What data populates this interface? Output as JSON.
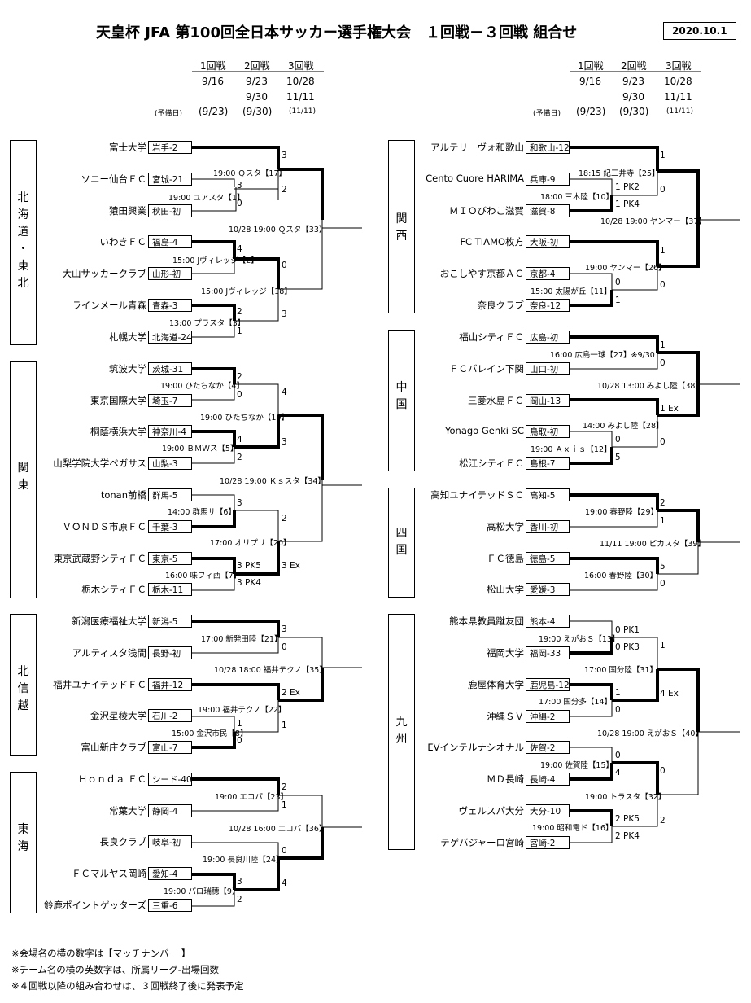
{
  "header": {
    "title": "天皇杯 JFA 第100回全日本サッカー選手権大会　１回戦－３回戦 組合せ",
    "date": "2020.10.1"
  },
  "schedule_left": {
    "rounds": [
      "1回戦",
      "2回戦",
      "3回戦"
    ],
    "row1": [
      "9/16",
      "9/23",
      "10/28"
    ],
    "row2": [
      "",
      "9/30",
      "11/11"
    ],
    "yobi_label": "(予備日)",
    "yobi": [
      "(9/23)",
      "(9/30)",
      "(11/11)"
    ]
  },
  "schedule_right": {
    "rounds": [
      "1回戦",
      "2回戦",
      "3回戦"
    ],
    "row1": [
      "9/16",
      "9/23",
      "10/28"
    ],
    "row2": [
      "",
      "9/30",
      "11/11"
    ],
    "yobi_label": "(予備日)",
    "yobi": [
      "(9/23)",
      "(9/30)",
      "(11/11)"
    ]
  },
  "regions": [
    {
      "name": "北\n海\n道\n・\n東\n北"
    },
    {
      "name": "関\n東"
    },
    {
      "name": "北\n信\n越"
    },
    {
      "name": "東\n海"
    },
    {
      "name": "関\n西"
    },
    {
      "name": "中\n国"
    },
    {
      "name": "四\n国"
    },
    {
      "name": "九\n州"
    }
  ],
  "left_teams": [
    {
      "name": "富士大学",
      "seed": "岩手-2"
    },
    {
      "name": "ソニー仙台ＦＣ",
      "seed": "宮城-21"
    },
    {
      "name": "猿田興業",
      "seed": "秋田-初"
    },
    {
      "name": "いわきＦＣ",
      "seed": "福島-4"
    },
    {
      "name": "大山サッカークラブ",
      "seed": "山形-初"
    },
    {
      "name": "ラインメール青森",
      "seed": "青森-3"
    },
    {
      "name": "札幌大学",
      "seed": "北海道-24"
    },
    {
      "name": "筑波大学",
      "seed": "茨城-31"
    },
    {
      "name": "東京国際大学",
      "seed": "埼玉-7"
    },
    {
      "name": "桐蔭横浜大学",
      "seed": "神奈川-4"
    },
    {
      "name": "山梨学院大学ペガサス",
      "seed": "山梨-3"
    },
    {
      "name": "tonan前橋",
      "seed": "群馬-5"
    },
    {
      "name": "ＶＯＮＤＳ市原ＦＣ",
      "seed": "千葉-3"
    },
    {
      "name": "東京武蔵野シティＦＣ",
      "seed": "東京-5"
    },
    {
      "name": "栃木シティＦＣ",
      "seed": "栃木-11"
    },
    {
      "name": "新潟医療福祉大学",
      "seed": "新潟-5"
    },
    {
      "name": "アルティスタ浅間",
      "seed": "長野-初"
    },
    {
      "name": "福井ユナイテッドＦＣ",
      "seed": "福井-12"
    },
    {
      "name": "金沢星稜大学",
      "seed": "石川-2"
    },
    {
      "name": "富山新庄クラブ",
      "seed": "富山-7"
    },
    {
      "name": "Ｈｏｎｄａ ＦＣ",
      "seed": "シード-40"
    },
    {
      "name": "常葉大学",
      "seed": "静岡-4"
    },
    {
      "name": "長良クラブ",
      "seed": "岐阜-初"
    },
    {
      "name": "ＦＣマルヤス岡崎",
      "seed": "愛知-4"
    },
    {
      "name": "鈴鹿ポイントゲッターズ",
      "seed": "三重-6"
    }
  ],
  "right_teams": [
    {
      "name": "アルテリーヴォ和歌山",
      "seed": "和歌山-12"
    },
    {
      "name": "Cento Cuore HARIMA",
      "seed": "兵庫-9"
    },
    {
      "name": "ＭＩＯびわこ滋賀",
      "seed": "滋賀-8"
    },
    {
      "name": "FC TIAMO枚方",
      "seed": "大阪-初"
    },
    {
      "name": "おこしやす京都ＡＣ",
      "seed": "京都-4"
    },
    {
      "name": "奈良クラブ",
      "seed": "奈良-12"
    },
    {
      "name": "福山シティＦＣ",
      "seed": "広島-初"
    },
    {
      "name": "ＦＣバレイン下関",
      "seed": "山口-初"
    },
    {
      "name": "三菱水島ＦＣ",
      "seed": "岡山-13"
    },
    {
      "name": "Yonago Genki SC",
      "seed": "鳥取-初"
    },
    {
      "name": "松江シティＦＣ",
      "seed": "島根-7"
    },
    {
      "name": "高知ユナイテッドＳＣ",
      "seed": "高知-5"
    },
    {
      "name": "高松大学",
      "seed": "香川-初"
    },
    {
      "name": "ＦＣ徳島",
      "seed": "徳島-5"
    },
    {
      "name": "松山大学",
      "seed": "愛媛-3"
    },
    {
      "name": "熊本県教員蹴友団",
      "seed": "熊本-4"
    },
    {
      "name": "福岡大学",
      "seed": "福岡-33"
    },
    {
      "name": "鹿屋体育大学",
      "seed": "鹿児島-12"
    },
    {
      "name": "沖縄ＳＶ",
      "seed": "沖縄-2"
    },
    {
      "name": "EVインテルナシオナル",
      "seed": "佐賀-2"
    },
    {
      "name": "ＭＤ長崎",
      "seed": "長崎-4"
    },
    {
      "name": "ヴェルスパ大分",
      "seed": "大分-10"
    },
    {
      "name": "テゲバジャーロ宮崎",
      "seed": "宮崎-2"
    }
  ],
  "left_matches": [
    "19:00 Ｑスタ【17】",
    "19:00 ユアスタ【1】",
    "10/28 19:00 Ｑスタ【33】",
    "15:00 Jヴィレッジ【2】",
    "15:00 Jヴィレッジ【18】",
    "13:00 プラスタ【3】",
    "19:00 ひたちなか【4】",
    "19:00 ひたちなか【19】",
    "19:00 ＢＭＷス【5】",
    "10/28 19:00 Ｋｓスタ【34】",
    "14:00 群馬サ【6】",
    "17:00 オリプリ【20】",
    "16:00 味フィ西【7】",
    "17:00 新発田陸【21】",
    "10/28 18:00 福井テクノ【35】",
    "19:00 福井テクノ【22】",
    "15:00 金沢市民【8】",
    "19:00 エコパ【23】",
    "10/28 16:00 エコパ【36】",
    "19:00 長良川陸【24】",
    "19:00 パロ瑞穂【9】"
  ],
  "right_matches": [
    "18:15 紀三井寺【25】",
    "18:00 三木陸【10】",
    "10/28 19:00 ヤンマー【37】",
    "19:00 ヤンマー【26】",
    "15:00 太陽が丘【11】",
    "16:00 広島一球【27】※9/30",
    "10/28 13:00 みよし陸【38】",
    "14:00 みよし陸【28】",
    "19:00 Ａｘｉｓ【12】",
    "19:00 春野陸【29】",
    "11/11 19:00 ピカスタ【39】",
    "16:00 春野陸【30】",
    "19:00 えがおＳ【13】",
    "17:00 国分陸【31】",
    "17:00 国分多【14】",
    "10/28 19:00 えがおＳ【40】",
    "19:00 佐賀陸【15】",
    "19:00 トラスタ【32】",
    "19:00 昭和電ド【16】"
  ],
  "left_scores": [
    "3",
    "3",
    "0",
    "2",
    "4",
    "0",
    "2",
    "3",
    "1",
    "2",
    "0",
    "4",
    "3",
    "4",
    "2",
    "3",
    "2",
    "3 PK5",
    "3 PK4",
    "3 Ex",
    "3",
    "0",
    "2 Ex",
    "1",
    "0",
    "1",
    "2",
    "1",
    "0",
    "3",
    "2",
    "4"
  ],
  "right_scores": [
    "1",
    "1 PK2",
    "0",
    "1 PK4",
    "1",
    "0",
    "0",
    "1",
    "1",
    "0",
    "1 Ex",
    "0",
    "0",
    "5",
    "2",
    "1",
    "5",
    "0",
    "0 PK1",
    "0 PK3",
    "1",
    "1",
    "0",
    "4 Ex",
    "0",
    "4",
    "0",
    "2 PK5",
    "2 PK4",
    "2"
  ],
  "notes": [
    "※会場名の横の数字は【マッチナンバー 】",
    "※チーム名の横の英数字は、所属リーグ-出場回数",
    "※４回戦以降の組み合わせは、３回戦終了後に発表予定"
  ]
}
